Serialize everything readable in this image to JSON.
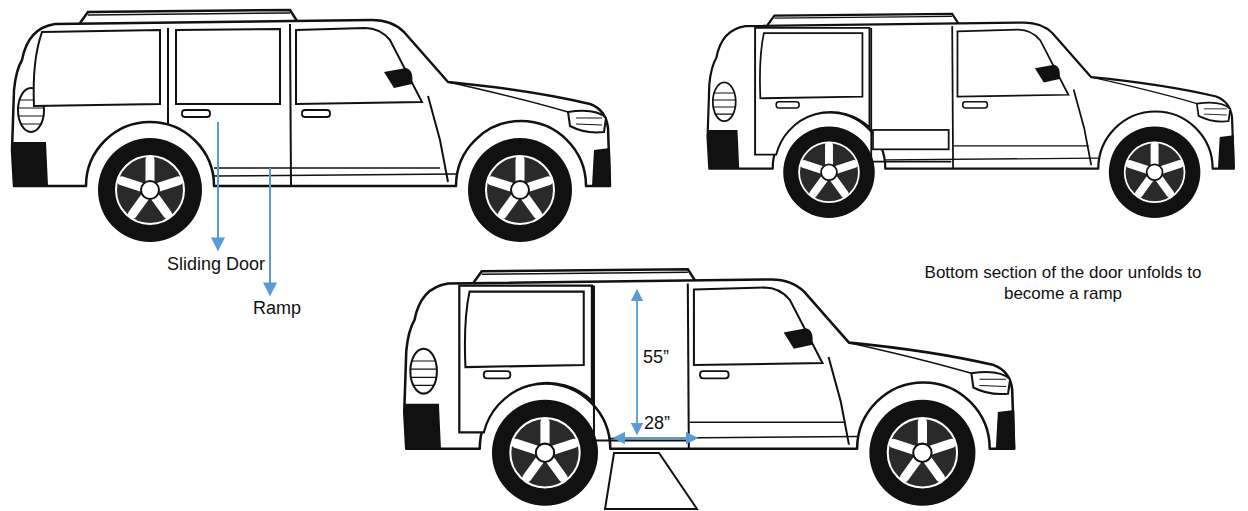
{
  "diagram": {
    "labels": [
      "Sliding Door",
      "Ramp",
      "55”",
      "28”",
      "Bottom section of the door unfolds to become a ramp"
    ]
  }
}
